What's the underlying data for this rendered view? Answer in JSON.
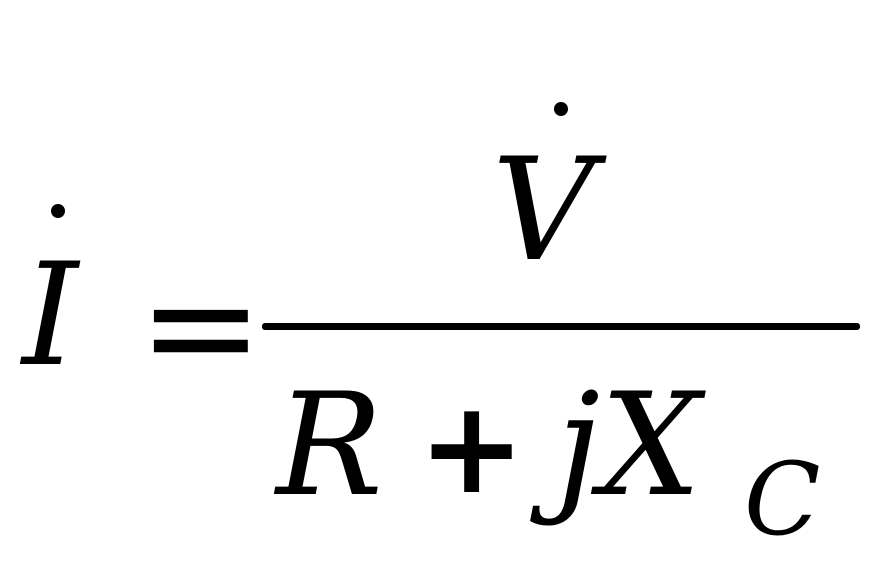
{
  "equation": {
    "lhs": {
      "symbol": "I",
      "accent": "dot"
    },
    "equals": "=",
    "numerator": {
      "symbol": "V",
      "accent": "dot"
    },
    "denominator": {
      "term1": "R",
      "plus": "+",
      "term2": "jX",
      "subscript": "C"
    }
  }
}
